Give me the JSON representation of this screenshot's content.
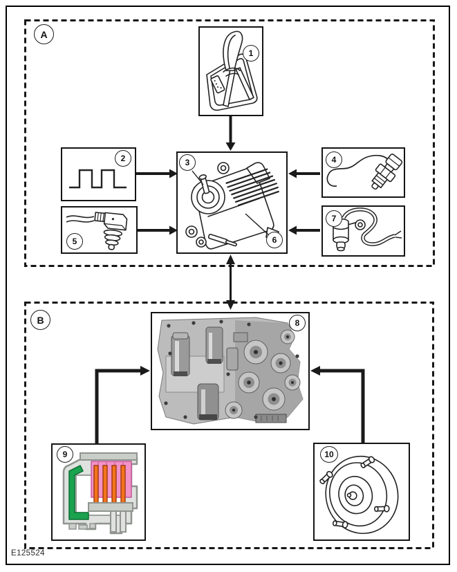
{
  "figure_code": "E125524",
  "sections": {
    "a": {
      "label": "A"
    },
    "b": {
      "label": "B"
    }
  },
  "callouts": {
    "c1": "1",
    "c2": "2",
    "c3": "3",
    "c4": "4",
    "c5": "5",
    "c6": "6",
    "c7": "7",
    "c8": "8",
    "c9": "9",
    "c10": "10"
  },
  "icons": {
    "box1": "gear-selector-lever-icon",
    "box2": "square-wave-signal-icon",
    "box3": "control-shaft-icon",
    "box4": "sensor-with-wire-icon",
    "box5": "sensor-with-connector-icon",
    "box6": "transmission-control-module-icon",
    "box7": "speed-sensor-cable-icon",
    "box8": "valve-body-photo",
    "box9": "connector-cross-section-icon",
    "box10": "torque-converter-icon"
  },
  "colors": {
    "connector_green": "#1ba24e",
    "connector_pink": "#f292c6",
    "connector_orange": "#f4731c",
    "connector_gray": "#dfe2df",
    "photo_gray": "#bcbcbc"
  }
}
